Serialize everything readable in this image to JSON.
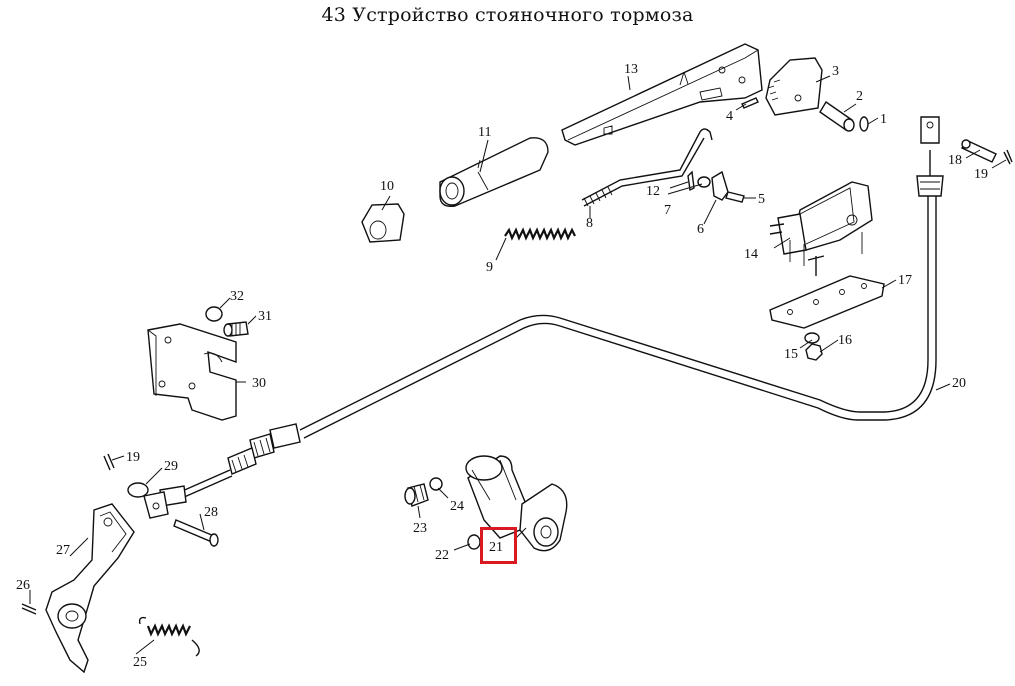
{
  "title": "43 Устройство стояночного тормоза",
  "highlight_color": "#d9191f",
  "callouts": {
    "c1": "1",
    "c2": "2",
    "c3": "3",
    "c4": "4",
    "c5": "5",
    "c6": "6",
    "c7": "7",
    "c8": "8",
    "c9": "9",
    "c10": "10",
    "c11": "11",
    "c12": "12",
    "c13": "13",
    "c14": "14",
    "c15": "15",
    "c16": "16",
    "c17": "17",
    "c18": "18",
    "c19a": "19",
    "c19b": "19",
    "c20": "20",
    "c21": "21",
    "c22": "22",
    "c23": "23",
    "c24": "24",
    "c25": "25",
    "c26": "26",
    "c27": "27",
    "c28": "28",
    "c29": "29",
    "c30": "30",
    "c31": "31",
    "c32": "32"
  }
}
